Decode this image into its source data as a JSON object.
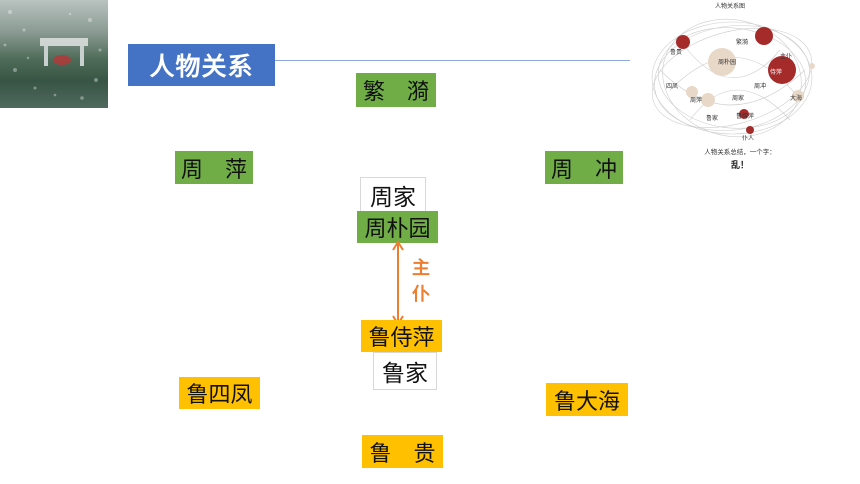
{
  "slide": {
    "title": "人物关系"
  },
  "thumbnail": {
    "title": "人物关系图",
    "caption_line1": "人物关系总结，一个字：",
    "caption_line2": "乱！",
    "node_labels": [
      "周朴园",
      "侍萍",
      "繁漪",
      "鲁贵",
      "四凤",
      "周萍",
      "周冲",
      "大海",
      "鲁侍萍",
      "周家",
      "鲁家",
      "仆人",
      "主仆"
    ],
    "accent_colors": [
      "#a52a2a",
      "#e8d8c8"
    ]
  },
  "characters": {
    "fanyi": "繁　漪",
    "zhouping": "周　萍",
    "zhouchong": "周　冲",
    "zhou_family": "周家",
    "zhoupuyuan": "周朴园",
    "lushiping": "鲁侍萍",
    "lu_family": "鲁家",
    "lusifeng": "鲁四凤",
    "ludahai": "鲁大海",
    "lugui": "鲁　贵"
  },
  "relation": {
    "label_line1": "主",
    "label_line2": "仆",
    "color": "#ed7d31"
  },
  "colors": {
    "title_bg": "#4472c4",
    "zhou_bg": "#70ad47",
    "lu_bg": "#ffc000"
  }
}
